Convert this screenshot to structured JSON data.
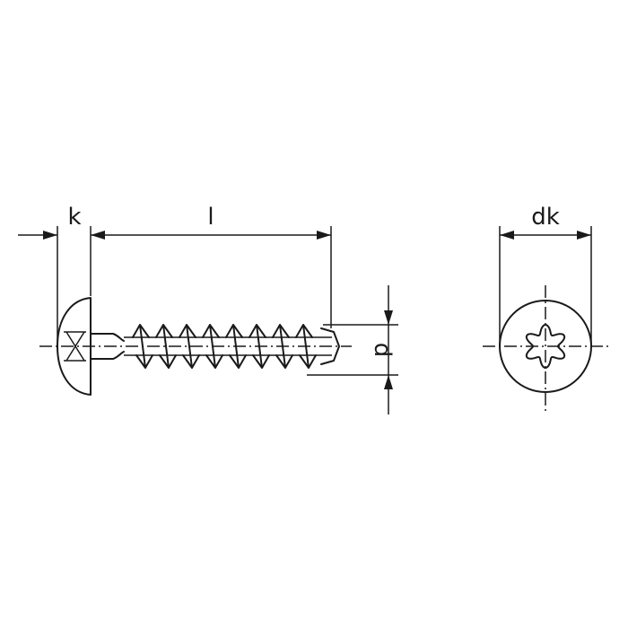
{
  "dimensions": {
    "head_height": "k",
    "length": "l",
    "thread_diameter": "d",
    "head_diameter": "dk"
  },
  "colors": {
    "line": "#1a1a1a",
    "background": "#ffffff"
  }
}
